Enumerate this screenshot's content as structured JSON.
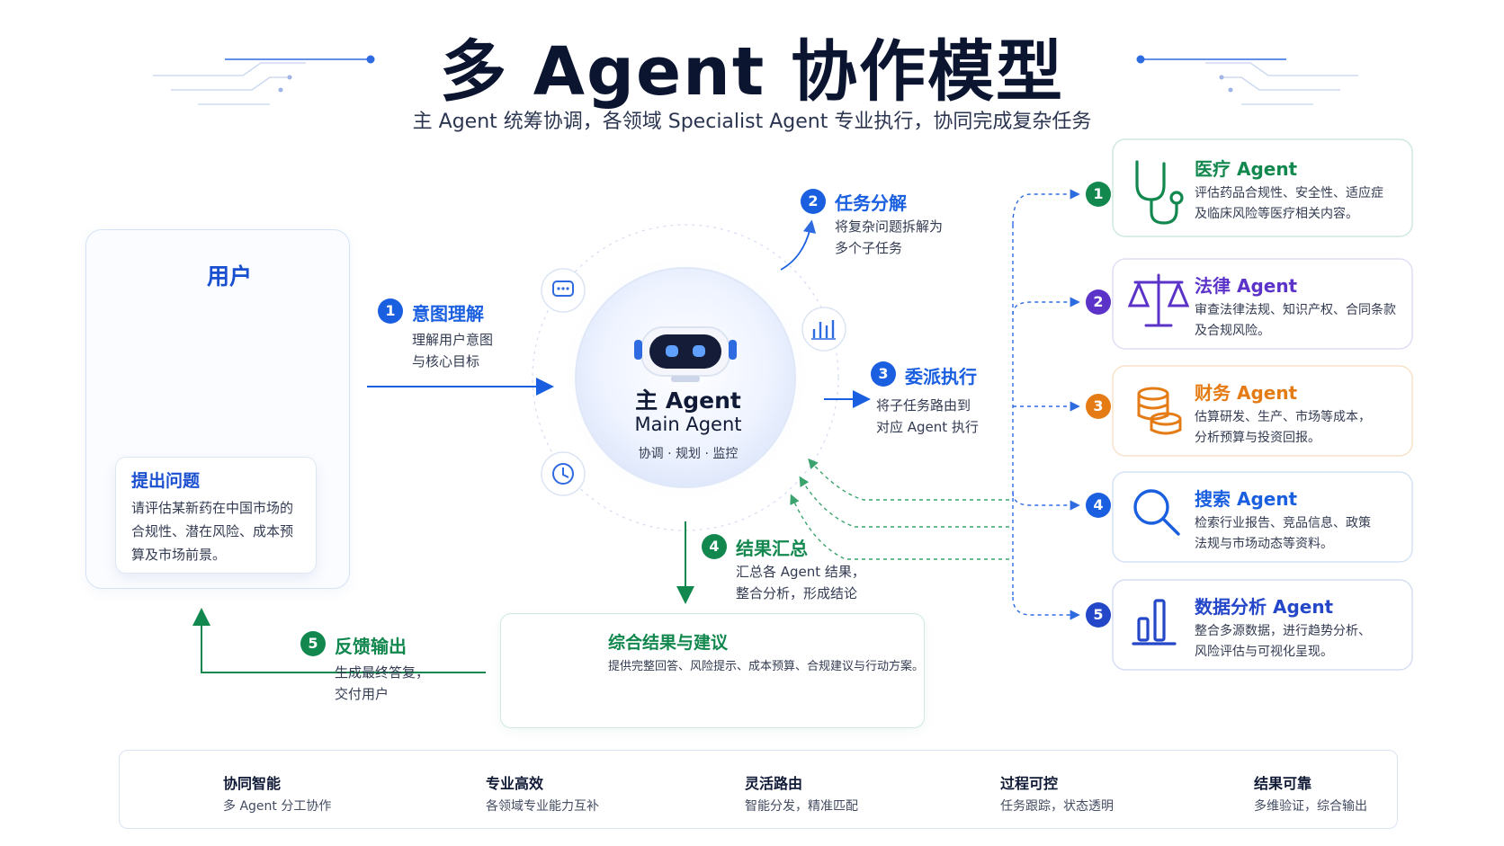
{
  "title": "多 Agent 协作模型",
  "subtitle": "主 Agent 统筹协调，各领域 Specialist Agent 专业执行，协同完成复杂任务",
  "user": {
    "label": "用户",
    "question_title": "提出问题",
    "question_lines": [
      "请评估某新药在中国市场的",
      "合规性、潜在风险、成本预",
      "算及市场前景。"
    ]
  },
  "steps": [
    {
      "num": "1",
      "label": "意图理解",
      "desc": [
        "理解用户意图",
        "与核心目标"
      ]
    },
    {
      "num": "2",
      "label": "任务分解",
      "desc": [
        "将复杂问题拆解为",
        "多个子任务"
      ]
    },
    {
      "num": "3",
      "label": "委派执行",
      "desc": [
        "将子任务路由到",
        "对应 Agent 执行"
      ]
    },
    {
      "num": "4",
      "label": "结果汇总",
      "desc": [
        "汇总各 Agent 结果，",
        "整合分析，形成结论"
      ]
    },
    {
      "num": "5",
      "label": "反馈输出",
      "desc": [
        "生成最终答复，",
        "交付用户"
      ]
    }
  ],
  "main_agent": {
    "name": "主 Agent",
    "name_en": "Main Agent",
    "roles": "协调 · 规划 · 监控"
  },
  "agents": [
    {
      "num": "1",
      "title": "医疗 Agent",
      "desc": [
        "评估药品合规性、安全性、适应症",
        "及临床风险等医疗相关内容。"
      ],
      "color": "#12884f",
      "icon": "stethoscope-icon"
    },
    {
      "num": "2",
      "title": "法律 Agent",
      "desc": [
        "审查法律法规、知识产权、合同条款",
        "及合规风险。"
      ],
      "color": "#5b33c9",
      "icon": "scales-icon"
    },
    {
      "num": "3",
      "title": "财务 Agent",
      "desc": [
        "估算研发、生产、市场等成本，",
        "分析预算与投资回报。"
      ],
      "color": "#e57b14",
      "icon": "coins-icon"
    },
    {
      "num": "4",
      "title": "搜索 Agent",
      "desc": [
        "检索行业报告、竞品信息、政策",
        "法规与市场动态等资料。"
      ],
      "color": "#1a5fe0",
      "icon": "magnifier-icon"
    },
    {
      "num": "5",
      "title": "数据分析 Agent",
      "desc": [
        "整合多源数据，进行趋势分析、",
        "风险评估与可视化呈现。"
      ],
      "color": "#2446c8",
      "icon": "bar-chart-icon"
    }
  ],
  "result": {
    "title": "综合结果与建议",
    "desc": "提供完整回答、风险提示、成本预算、合规建议与行动方案。"
  },
  "features": [
    {
      "title": "协同智能",
      "desc": "多 Agent 分工协作",
      "icon": "shield-icon"
    },
    {
      "title": "专业高效",
      "desc": "各领域专业能力互补",
      "icon": "cube-icon"
    },
    {
      "title": "灵活路由",
      "desc": "智能分发，精准匹配",
      "icon": "share-icon"
    },
    {
      "title": "过程可控",
      "desc": "任务跟踪，状态透明",
      "icon": "clock-icon"
    },
    {
      "title": "结果可靠",
      "desc": "多维验证，综合输出",
      "icon": "rising-chart-icon"
    }
  ],
  "colors": {
    "blue": "#1a5fe0",
    "green": "#12884f",
    "purple": "#5b33c9",
    "orange": "#e57b14",
    "navy": "#0b1530"
  }
}
